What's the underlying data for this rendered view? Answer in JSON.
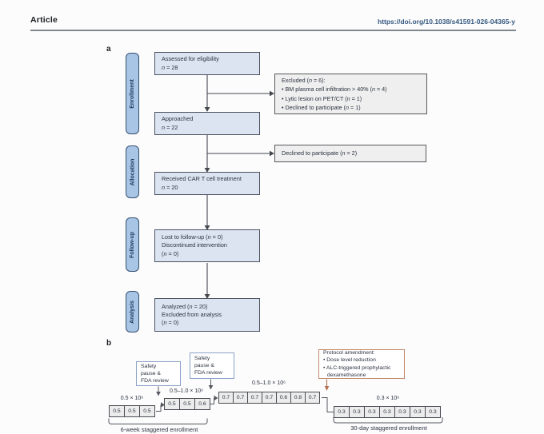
{
  "header": {
    "article_label": "Article",
    "doi_link": "https://doi.org/10.1038/s41591-026-04365-y"
  },
  "figure": {
    "panel_a": {
      "label": "a",
      "stage_labels": [
        "Enrollment",
        "Allocation",
        "Follow-up",
        "Analysis"
      ],
      "flow_boxes": [
        {
          "lines": [
            "Assessed for eligibility",
            "n = 28"
          ]
        },
        {
          "lines": [
            "Approached",
            "n = 22"
          ]
        },
        {
          "lines": [
            "Received CAR T cell treatment",
            "n = 20"
          ]
        },
        {
          "lines": [
            "Lost to follow-up (n = 0)",
            "Discontinued intervention",
            "(n = 0)"
          ]
        },
        {
          "lines": [
            "Analyzed (n = 20)",
            "Excluded from analysis",
            "(n = 0)"
          ]
        }
      ],
      "side_boxes": [
        {
          "lines": [
            "Excluded (n = 6):",
            "• BM plasma cell infiltration > 40% (n = 4)",
            "• Lytic lesion on PET/CT (n = 1)",
            "• Declined to participate (n = 1)"
          ]
        },
        {
          "lines": [
            "Declined to participate (n = 2)"
          ]
        }
      ]
    },
    "panel_b": {
      "label": "b",
      "safety_boxes": [
        {
          "lines": [
            "Safety",
            "pause &",
            "FDA review"
          ]
        },
        {
          "lines": [
            "Safety",
            "pause &",
            "FDA review"
          ]
        }
      ],
      "protocol_box": {
        "lines": [
          "Protocol amendment:",
          "• Dose level reduction",
          "• ALC-triggered prophylactic",
          "dexamethasone"
        ]
      },
      "dose_groups": [
        {
          "dose_label": "0.5 × 10⁶",
          "cells": [
            "0.5",
            "0.5",
            "0.5"
          ]
        },
        {
          "dose_label": "0.5–1.0 × 10⁶",
          "cells": [
            "0.5",
            "0.5",
            "0.6"
          ]
        },
        {
          "dose_label": "0.5–1.0 × 10⁶",
          "cells": [
            "0.7",
            "0.7",
            "0.7",
            "0.7",
            "0.6",
            "0.8",
            "0.7"
          ]
        },
        {
          "dose_label": "0.3 × 10⁶",
          "cells": [
            "0.3",
            "0.3",
            "0.3",
            "0.3",
            "0.3",
            "0.3",
            "0.3"
          ]
        }
      ],
      "bracket_labels": [
        "6-week staggered enrollment",
        "30-day staggered enrollment"
      ]
    },
    "colors": {
      "stage_pill_fill": "#a9c5e6",
      "stage_pill_border": "#33506e",
      "flow_box_fill": "#dce4f1",
      "side_box_fill": "#efefef",
      "safety_box_border": "#8aa2c8",
      "protocol_box_border": "#c4876a",
      "protocol_arrow": "#b5714f",
      "doi_link": "#36597f"
    }
  }
}
